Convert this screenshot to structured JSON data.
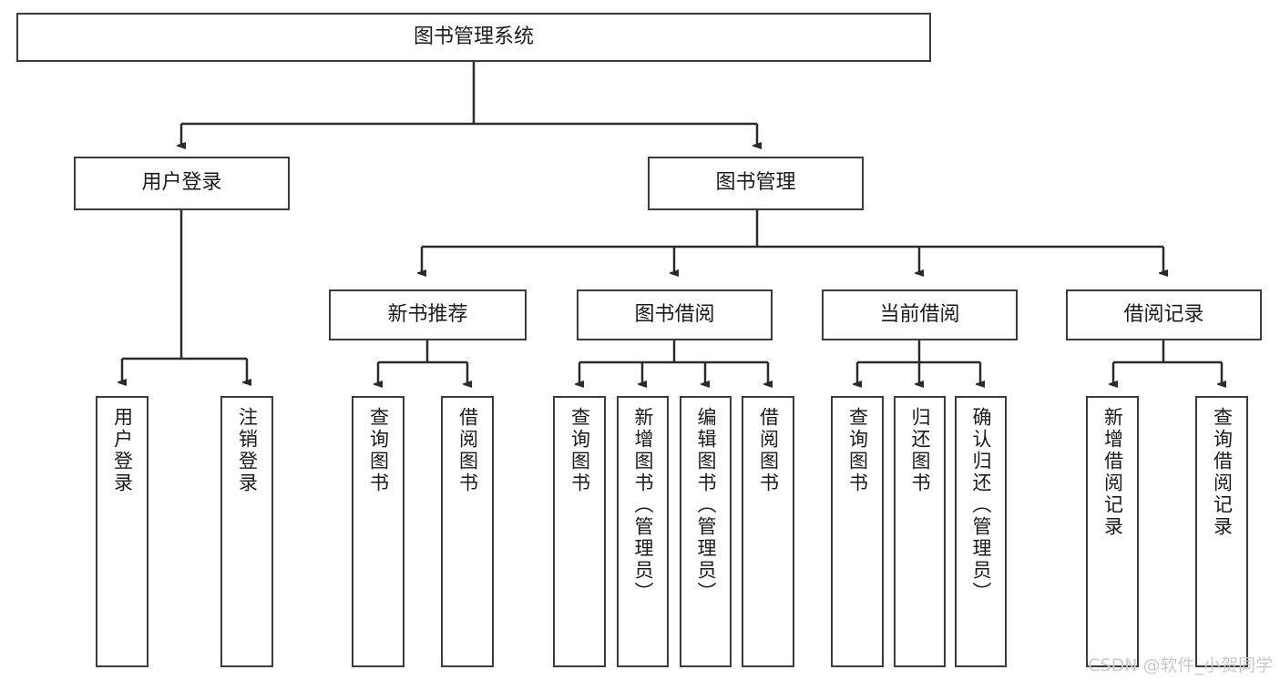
{
  "diagram": {
    "title": "图书管理系统",
    "type": "tree",
    "root": {
      "label": "图书管理系统"
    },
    "level1": [
      {
        "label": "用户登录"
      },
      {
        "label": "图书管理"
      }
    ],
    "level2": [
      {
        "label": "新书推荐"
      },
      {
        "label": "图书借阅"
      },
      {
        "label": "当前借阅"
      },
      {
        "label": "借阅记录"
      }
    ],
    "leaves": {
      "user_login": [
        {
          "label": "用户登录"
        },
        {
          "label": "注销登录"
        }
      ],
      "new_book_recommend": [
        {
          "label": "查询图书"
        },
        {
          "label": "借阅图书"
        }
      ],
      "book_borrow": [
        {
          "label": "查询图书"
        },
        {
          "label": "新增图书（管理员）"
        },
        {
          "label": "编辑图书（管理员）"
        },
        {
          "label": "借阅图书"
        }
      ],
      "current_borrow": [
        {
          "label": "查询图书"
        },
        {
          "label": "归还图书"
        },
        {
          "label": "确认归还（管理员）"
        }
      ],
      "borrow_record": [
        {
          "label": "新增借阅记录"
        },
        {
          "label": "查询借阅记录"
        }
      ]
    }
  },
  "watermark": {
    "text": "CSDN @软件_小贺同学"
  },
  "colors": {
    "stroke": "#3b3b3b",
    "fill": "#ffffff",
    "text": "#1a1a1a",
    "watermark": "#c9c9c9"
  }
}
